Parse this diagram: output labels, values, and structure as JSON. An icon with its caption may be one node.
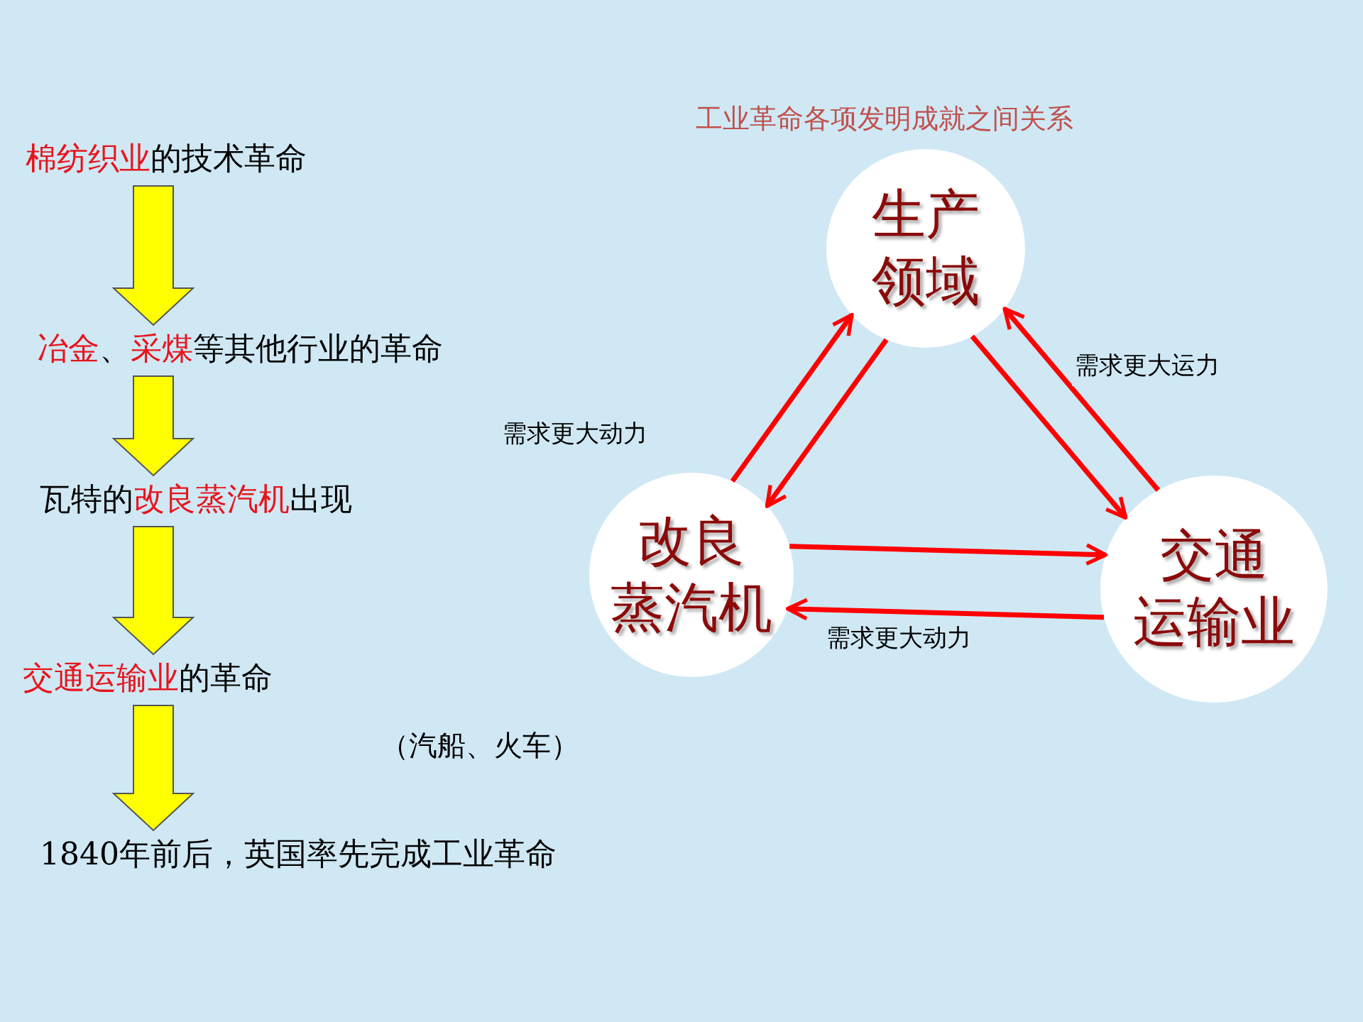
{
  "diagram": {
    "title": "工业革命各项发明成就之间关系",
    "nodes": [
      {
        "text": [
          "**棉纺织业**的技术革命"
        ]
      },
      {
        "text": [
          "**冶金**、**采煤**等其他行业的革命"
        ]
      },
      {
        "text": [
          "瓦特的**改良蒸汽机**出现"
        ]
      },
      {
        "text": [
          "**交通运输业**的革命"
        ]
      },
      {
        "text": [
          "1840年前后，英国率先完成工业革命"
        ]
      },
      {
        "text": [
          "生产领域"
        ]
      },
      {
        "text": [
          "改良蒸汽机"
        ]
      },
      {
        "text": [
          "交通运输业"
        ]
      }
    ],
    "edges": [
      {
        "from": 0,
        "to": 1,
        "arrow": "to",
        "style": "thick",
        "color": "#ffff00"
      },
      {
        "from": 1,
        "to": 2,
        "arrow": "to",
        "style": "thick",
        "color": "#ffff00"
      },
      {
        "from": 2,
        "to": 3,
        "arrow": "to",
        "style": "thick",
        "color": "#ffff00"
      },
      {
        "from": 3,
        "to": 4,
        "arrow": "to",
        "style": "thick",
        "color": "#ffff00"
      },
      {
        "from": 5,
        "to": 6,
        "arrow": "to"
      },
      {
        "from": 6,
        "to": 5,
        "arrow": "to",
        "label": "需求更大动力"
      },
      {
        "from": 7,
        "to": 5,
        "arrow": "to",
        "label": "需求更大运力"
      },
      {
        "from": 5,
        "to": 7,
        "arrow": "to"
      },
      {
        "from": 6,
        "to": 7,
        "arrow": "to"
      },
      {
        "from": 7,
        "to": 6,
        "arrow": "to",
        "label": "需求更大动力"
      }
    ],
    "labels": [
      "（汽船、火车）"
    ]
  }
}
